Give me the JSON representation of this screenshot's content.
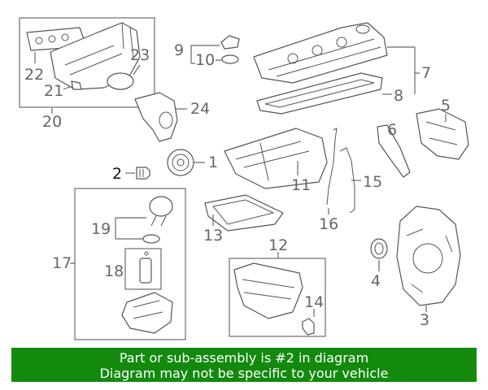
{
  "callouts": {
    "c1": "1",
    "c2": "2",
    "c3": "3",
    "c4": "4",
    "c5": "5",
    "c6": "6",
    "c7": "7",
    "c8": "8",
    "c9": "9",
    "c10": "10",
    "c11": "11",
    "c12": "12",
    "c13": "13",
    "c14": "14",
    "c15": "15",
    "c16": "16",
    "c17": "17",
    "c18": "18",
    "c19": "19",
    "c20": "20",
    "c21": "21",
    "c22": "22",
    "c23": "23",
    "c24": "24"
  },
  "highlighted_part": "2",
  "banner": {
    "line1": "Part or sub-assembly is #2 in diagram",
    "line2": "Diagram may not be specific to your vehicle"
  },
  "colors": {
    "banner_bg": "#138a0e",
    "banner_text": "#ffffff",
    "callout_text": "#666666",
    "highlight_text": "#111111"
  }
}
